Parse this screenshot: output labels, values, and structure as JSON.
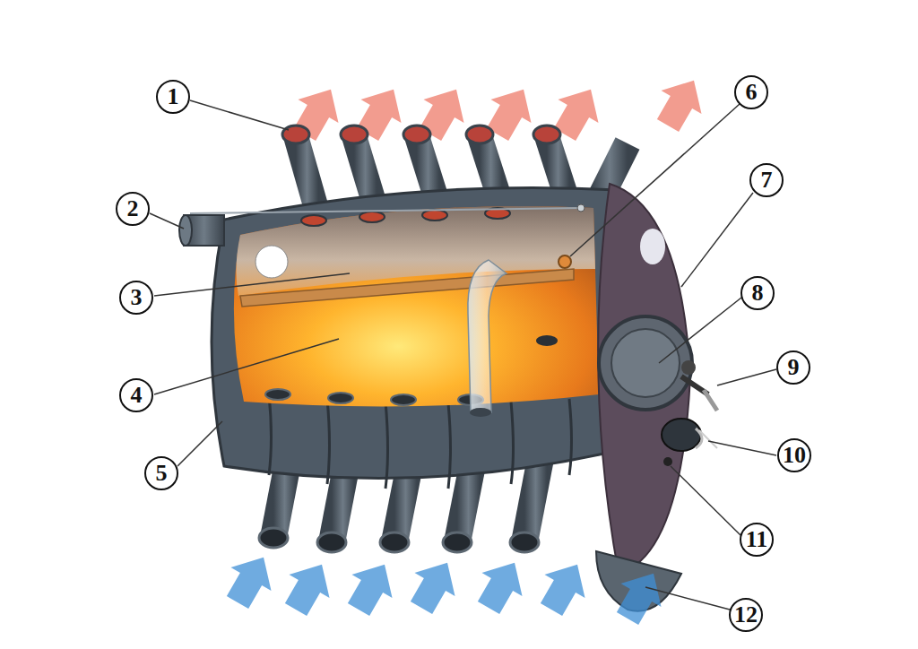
{
  "diagram": {
    "nodes": [
      {
        "text": [
          "1"
        ]
      },
      {
        "text": [
          "2"
        ]
      },
      {
        "text": [
          "3"
        ]
      },
      {
        "text": [
          "4"
        ]
      },
      {
        "text": [
          "5"
        ]
      },
      {
        "text": [
          "6"
        ]
      },
      {
        "text": [
          "7"
        ]
      },
      {
        "text": [
          "8"
        ]
      },
      {
        "text": [
          "9"
        ]
      },
      {
        "text": [
          "10"
        ]
      },
      {
        "text": [
          "11"
        ]
      },
      {
        "text": [
          "12"
        ]
      }
    ]
  }
}
